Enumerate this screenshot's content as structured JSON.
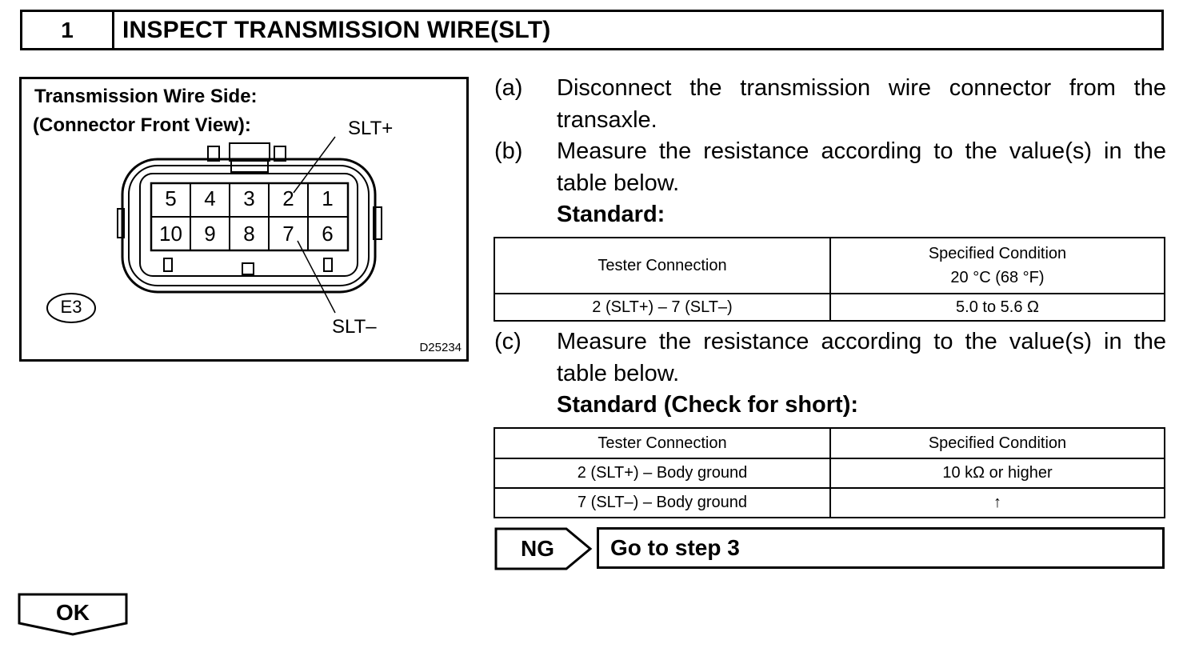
{
  "header": {
    "step_number": "1",
    "title": "INSPECT TRANSMISSION WIRE(SLT)"
  },
  "figure": {
    "title_line1": "Transmission Wire Side:",
    "title_line2": "(Connector Front View):",
    "pins_top": [
      "5",
      "4",
      "3",
      "2",
      "1"
    ],
    "pins_bottom": [
      "10",
      "9",
      "8",
      "7",
      "6"
    ],
    "label_plus": "SLT+",
    "label_minus": "SLT–",
    "connector_id": "E3",
    "figure_code": "D25234"
  },
  "steps": {
    "a": {
      "label": "(a)",
      "text": "Disconnect the transmission wire connector from the transaxle."
    },
    "b": {
      "label": "(b)",
      "text": "Measure the resistance according to the value(s) in the table below."
    },
    "c": {
      "label": "(c)",
      "text": "Measure the resistance according to the value(s) in the table below."
    }
  },
  "standard1": {
    "label": "Standard:",
    "col1": "Tester Connection",
    "col2_line1": "Specified Condition",
    "col2_line2": "20 °C (68 °F)",
    "rows": [
      {
        "connection": "2 (SLT+) – 7 (SLT–)",
        "condition": "5.0 to 5.6 Ω"
      }
    ]
  },
  "standard2": {
    "label": "Standard (Check for short):",
    "col1": "Tester Connection",
    "col2": "Specified Condition",
    "rows": [
      {
        "connection": "2 (SLT+) – Body ground",
        "condition": "10 kΩ or higher"
      },
      {
        "connection": "7 (SLT–) – Body ground",
        "condition": "↑"
      }
    ]
  },
  "ng": {
    "label": "NG",
    "action": "Go to step 3"
  },
  "ok": {
    "label": "OK"
  }
}
